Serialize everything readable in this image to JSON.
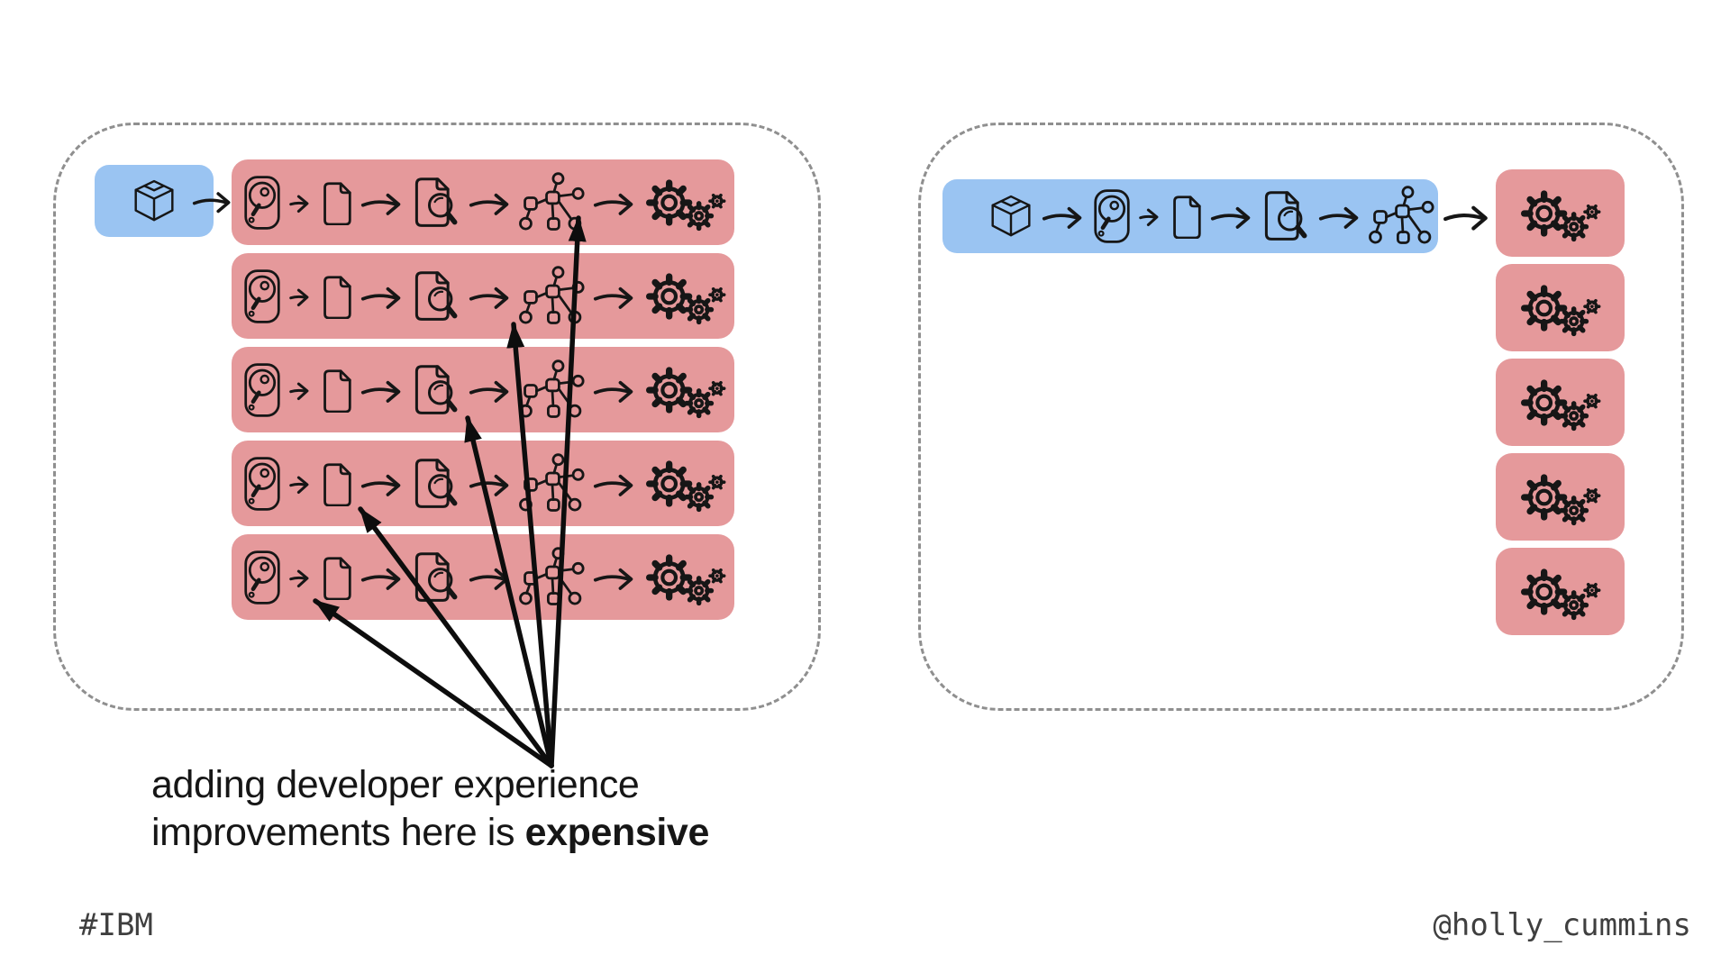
{
  "slide": {
    "caption": {
      "line1": "adding developer experience",
      "line2_prefix": "improvements here is ",
      "line2_bold": "expensive"
    },
    "footer": {
      "left": "#IBM",
      "right": "@holly_cummins"
    }
  },
  "colors": {
    "background": "#ffffff",
    "pink": "#e5999b",
    "blue": "#9ac4f2",
    "dash": "#8f8f8f",
    "ink": "#161616",
    "footer_text": "#3f3f3f"
  },
  "left_diagram": {
    "source_icon": "package-icon",
    "row_count": 5,
    "row_icons": [
      "drive-icon",
      "document-icon",
      "inspect-document-icon",
      "pipeline-graph-icon",
      "gears-icon"
    ],
    "fan_arrow_count": 5
  },
  "right_diagram": {
    "bar_icons": [
      "package-icon",
      "drive-icon",
      "document-icon",
      "inspect-document-icon",
      "pipeline-graph-icon"
    ],
    "output_box_count": 5,
    "output_icon": "gears-icon"
  }
}
